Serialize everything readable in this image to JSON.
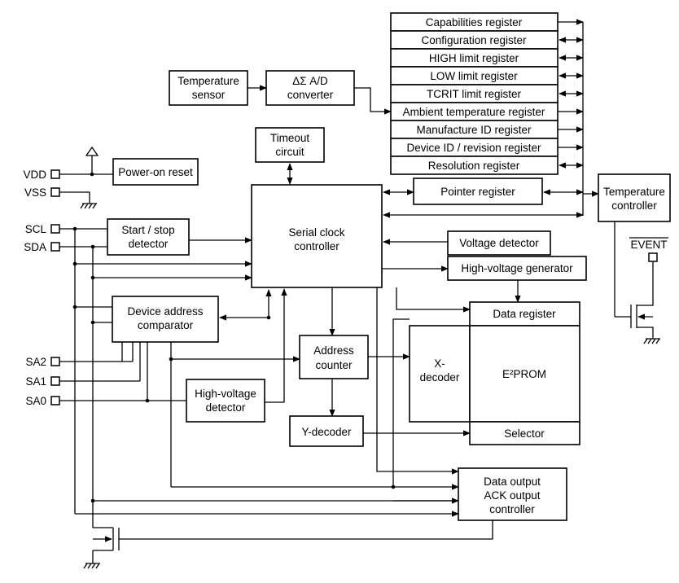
{
  "registers": [
    "Capabilities register",
    "Configuration register",
    "HIGH limit register",
    "LOW limit register",
    "TCRIT limit register",
    "Ambient temperature register",
    "Manufacture ID register",
    "Device ID / revision register",
    "Resolution register"
  ],
  "blocks": {
    "temperature_sensor": [
      "Temperature",
      "sensor"
    ],
    "adc": [
      "ΔΣ A/D",
      "converter"
    ],
    "timeout": [
      "Timeout",
      "circuit"
    ],
    "power_on_reset": "Power-on reset",
    "start_stop": [
      "Start / stop",
      "detector"
    ],
    "serial_clock": [
      "Serial clock",
      "controller"
    ],
    "pointer": "Pointer register",
    "temp_controller": [
      "Temperature",
      "controller"
    ],
    "voltage_detector": "Voltage detector",
    "hv_generator": "High-voltage generator",
    "device_address": [
      "Device address",
      "comparator"
    ],
    "data_register": "Data register",
    "address_counter": [
      "Address",
      "counter"
    ],
    "x_decoder": [
      "X-",
      "decoder"
    ],
    "eeprom": "E²PROM",
    "hv_detector": [
      "High-voltage",
      "detector"
    ],
    "y_decoder": "Y-decoder",
    "selector": "Selector",
    "data_output": [
      "Data output",
      "ACK output",
      "controller"
    ]
  },
  "pins": {
    "vdd": "VDD",
    "vss": "VSS",
    "scl": "SCL",
    "sda": "SDA",
    "sa2": "SA2",
    "sa1": "SA1",
    "sa0": "SA0",
    "event": "EVENT"
  }
}
